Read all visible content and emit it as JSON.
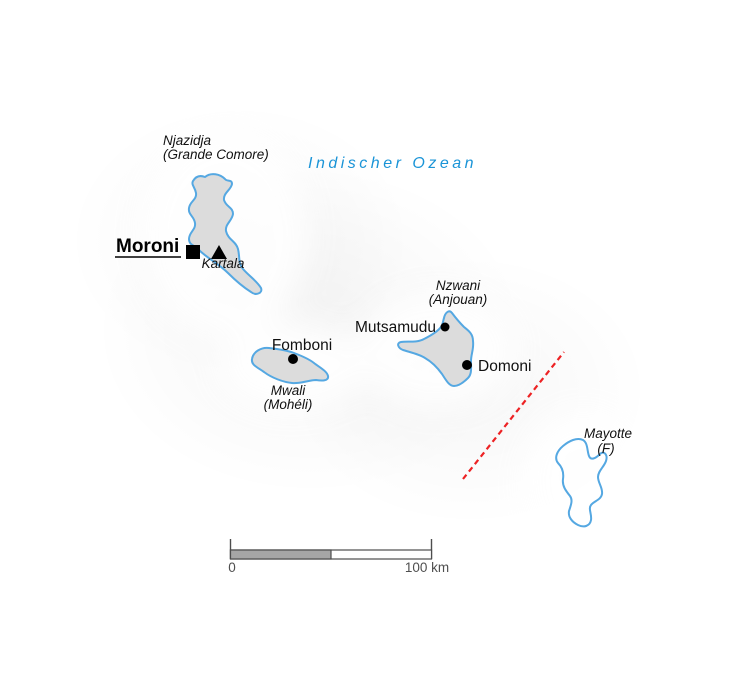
{
  "map": {
    "ocean_label": "Indischer Ozean",
    "islands": [
      {
        "name": "Njazidja",
        "alt_name": "(Grande Comore)"
      },
      {
        "name": "Mwali",
        "alt_name": "(Mohéli)"
      },
      {
        "name": "Nzwani",
        "alt_name": "(Anjouan)"
      },
      {
        "name": "Mayotte",
        "alt_name": "(F)"
      }
    ],
    "capital": {
      "name": "Moroni"
    },
    "volcano": {
      "name": "Kartala"
    },
    "cities": [
      {
        "name": "Fomboni"
      },
      {
        "name": "Mutsamudu"
      },
      {
        "name": "Domoni"
      }
    ],
    "scale_bar": {
      "start_label": "0",
      "end_label": "100 km"
    },
    "colors": {
      "coastline_blue": "#55a8e2",
      "island_fill_gray": "#dcdcdc",
      "ocean_label_blue": "#1a94d7",
      "boundary_red": "#ed2224",
      "scale_fill_gray": "#a6a6a6",
      "scale_stroke_gray": "#4d4d4d",
      "label_black": "#111111"
    }
  }
}
